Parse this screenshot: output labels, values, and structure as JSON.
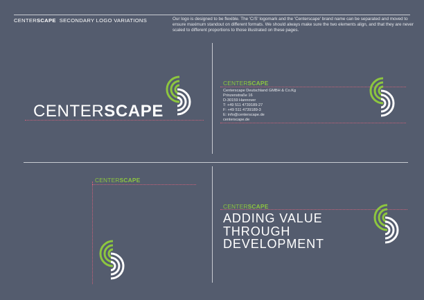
{
  "header": {
    "brand_light": "CENTER",
    "brand_bold": "SCAPE",
    "subtitle": "SECONDARY LOGO VARIATIONS"
  },
  "intro_text": "Our logo is designed to be flexible. The 'C/S' logomark and the 'Centerscape' brand name can be separated and moved to ensure maximum standout on different formats. We should always make sure the two elements align, and that they are never scaled to different proportions to those illustrated on these pages.",
  "brand": {
    "light": "CENTER",
    "bold": "SCAPE"
  },
  "contact": {
    "lines": [
      "Centerscape Deutschland GMBH & Co.Kg",
      "Prinzenstraße 16",
      "D-30159 Hannover",
      "T:   +49 511 4739189-27",
      "F:   +49 511 4739189-3",
      "E:   info@centerscape.de",
      "centerscape.de"
    ]
  },
  "tagline": {
    "lines": [
      "ADDING VALUE",
      "THROUGH",
      "DEVELOPMENT"
    ]
  },
  "colors": {
    "background": "#545c6e",
    "green": "#8dc63f",
    "white": "#ffffff",
    "guide": "#d0627a"
  },
  "icons": {
    "logomark": "cs-logomark-icon"
  }
}
